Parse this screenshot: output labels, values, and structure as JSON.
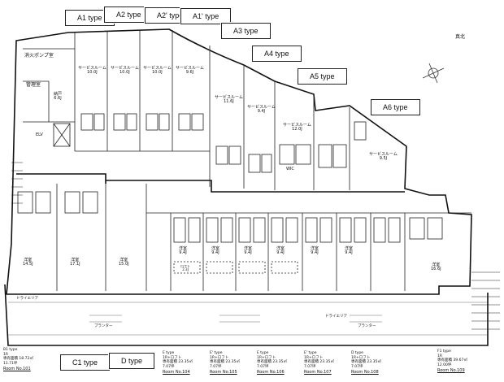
{
  "type_labels": {
    "a1": "A1 type",
    "a2": "A2 type",
    "a2p": "A2' type",
    "a1p": "A1' type",
    "a3": "A3 type",
    "a4": "A4 type",
    "a5": "A5 type",
    "a6": "A6 type",
    "c1": "C1 type",
    "d": "D type"
  },
  "north_label": "真北",
  "top_rooms": {
    "pump": "消火ポンプ室",
    "manage": "管理室",
    "storage": "納戸\n6.6J",
    "elv": "ELV",
    "a1": "サービスルーム\n10.0J",
    "a2": "サービスルーム\n10.0J",
    "a2p": "サービスルーム\n10.0J",
    "a1p": "サービスルーム\n9.6J",
    "a3": "サービスルーム\n11.6J",
    "a4": "サービスルーム\n9.4J",
    "a5": "サービスルーム\n12.0J",
    "a6": "サービスルーム\n9.5J",
    "wic": "WIC"
  },
  "bottom_rooms": {
    "b1": "洋室\n14.5J",
    "c1": "洋室\n17.1J",
    "d": "洋室\n15.0J",
    "e1": "洋室\n9.4J",
    "e2": "洋室\n9.4J",
    "e3": "洋室\n9.4J",
    "e4": "洋室\n9.4J",
    "e5": "洋室\n9.4J",
    "e6": "洋室\n9.4J",
    "f1": "洋室\n16.6J",
    "loft": "ロフト\n2.3J"
  },
  "corridor": {
    "dry_area": "ドライエリア",
    "planter": "プランター"
  },
  "info": [
    {
      "title": "B1 type",
      "sub": "1R",
      "area1": "専有面積 18.72㎡",
      "area2": "11.71坪",
      "no_label": "Room No.101"
    },
    {
      "title": "",
      "sub": "",
      "area1": "",
      "area2": "",
      "no_label": ""
    },
    {
      "title": "E type",
      "sub": "1R+ロフト",
      "area1": "専有面積 23.35㎡",
      "area2": "7.07坪",
      "no_label": "Room No.104"
    },
    {
      "title": "E' type",
      "sub": "1R+ロフト",
      "area1": "専有面積 23.35㎡",
      "area2": "7.07坪",
      "no_label": "Room No.105"
    },
    {
      "title": "E type",
      "sub": "1R+ロフト",
      "area1": "専有面積 23.35㎡",
      "area2": "7.07坪",
      "no_label": "Room No.106"
    },
    {
      "title": "E' type",
      "sub": "1R+ロフト",
      "area1": "専有面積 23.35㎡",
      "area2": "7.07坪",
      "no_label": "Room No.107"
    },
    {
      "title": "D type",
      "sub": "1R+ロフト",
      "area1": "専有面積 23.35㎡",
      "area2": "7.07坪",
      "no_label": "Room No.108"
    },
    {
      "title": "F1 type",
      "sub": "1R",
      "area1": "専有面積 39.67㎡",
      "area2": "12.00坪",
      "no_label": "Room No.109"
    }
  ]
}
